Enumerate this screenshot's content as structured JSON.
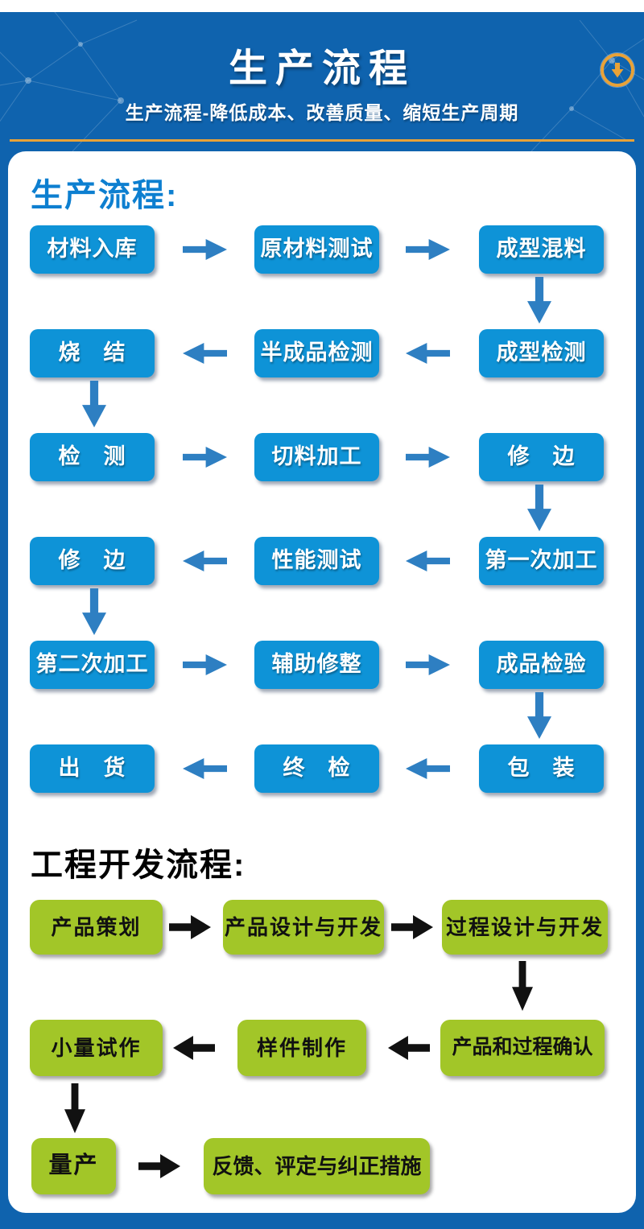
{
  "header": {
    "title": "生产流程",
    "subtitle": "生产流程-降低成本、改善质量、缩短生产周期",
    "scroll_icon": "circle-down-arrow"
  },
  "production_flow": {
    "heading": "生产流程:",
    "rows": [
      {
        "direction": "right",
        "boxes": [
          "材料入库",
          "原材料测试",
          "成型混料"
        ]
      },
      {
        "direction": "left",
        "boxes": [
          "烧　结",
          "半成品检测",
          "成型检测"
        ]
      },
      {
        "direction": "right",
        "boxes": [
          "检　测",
          "切料加工",
          "修　边"
        ]
      },
      {
        "direction": "left",
        "boxes": [
          "修　边",
          "性能测试",
          "第一次加工"
        ]
      },
      {
        "direction": "right",
        "boxes": [
          "第二次加工",
          "辅助修整",
          "成品检验"
        ]
      },
      {
        "direction": "left",
        "boxes": [
          "出　货",
          "终　检",
          "包　装"
        ]
      }
    ]
  },
  "engineering_flow": {
    "heading": "工程开发流程:",
    "rows": [
      {
        "direction": "right",
        "boxes": [
          "产品策划",
          "产品设计与开发",
          "过程设计与开发"
        ]
      },
      {
        "direction": "left",
        "boxes": [
          "小量试作",
          "样件制作",
          "产品和过程确认"
        ]
      },
      {
        "direction": "right",
        "boxes": [
          "量产",
          "反馈、评定与纠正措施"
        ]
      }
    ]
  },
  "colors": {
    "header_blue": "#0f63ae",
    "box_blue": "#0e93d7",
    "arrow_blue": "#2e7fc2",
    "heading_blue": "#0d7fd0",
    "box_green": "#a2c628",
    "accent_gold": "#e8a238",
    "arrow_black": "#111111"
  }
}
